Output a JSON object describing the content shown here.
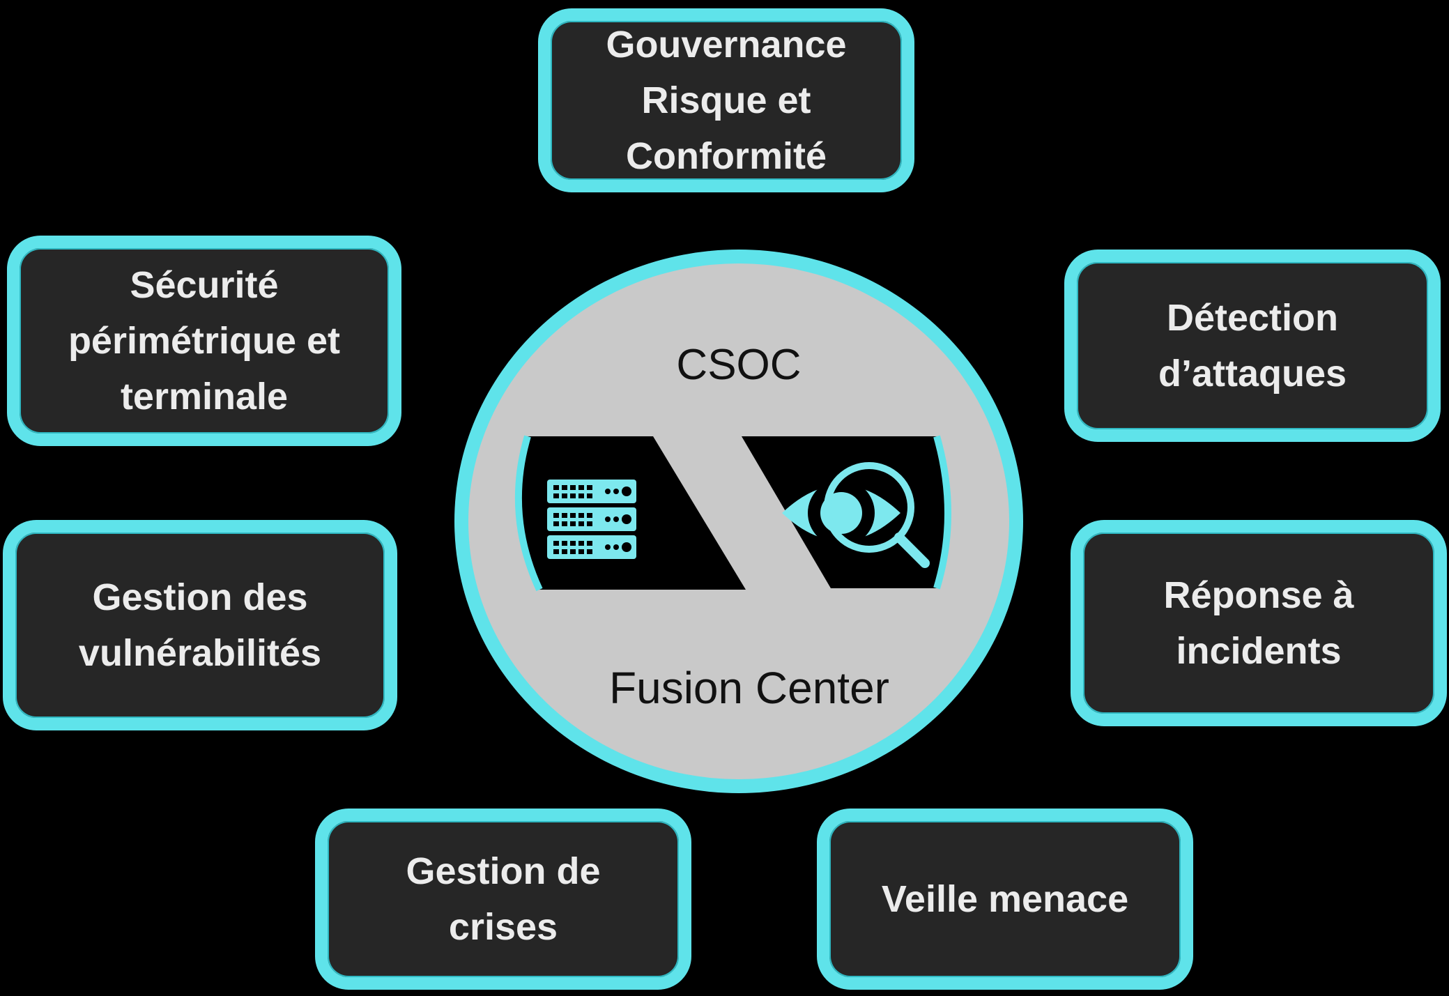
{
  "center": {
    "top_label": "CSOC",
    "bottom_label": "Fusion Center",
    "icons": [
      "server-rack-icon",
      "eye-magnifier-icon"
    ]
  },
  "boxes": {
    "gouvernance": [
      "Gouvernance",
      "Risque et",
      "Conformité"
    ],
    "securite": [
      "Sécurité",
      "périmétrique et",
      "terminale"
    ],
    "detection": [
      "Détection",
      "d’attaques"
    ],
    "vulnerabilites": [
      "Gestion des",
      "vulnérabilités"
    ],
    "reponse": [
      "Réponse à",
      "incidents"
    ],
    "crises": [
      "Gestion de",
      "crises"
    ],
    "veille": [
      "Veille menace"
    ]
  },
  "colors": {
    "background": "#000000",
    "box_fill": "#262626",
    "accent": "#5fe3ea",
    "circle_fill": "#c9c9c9",
    "box_text": "#ececec"
  }
}
